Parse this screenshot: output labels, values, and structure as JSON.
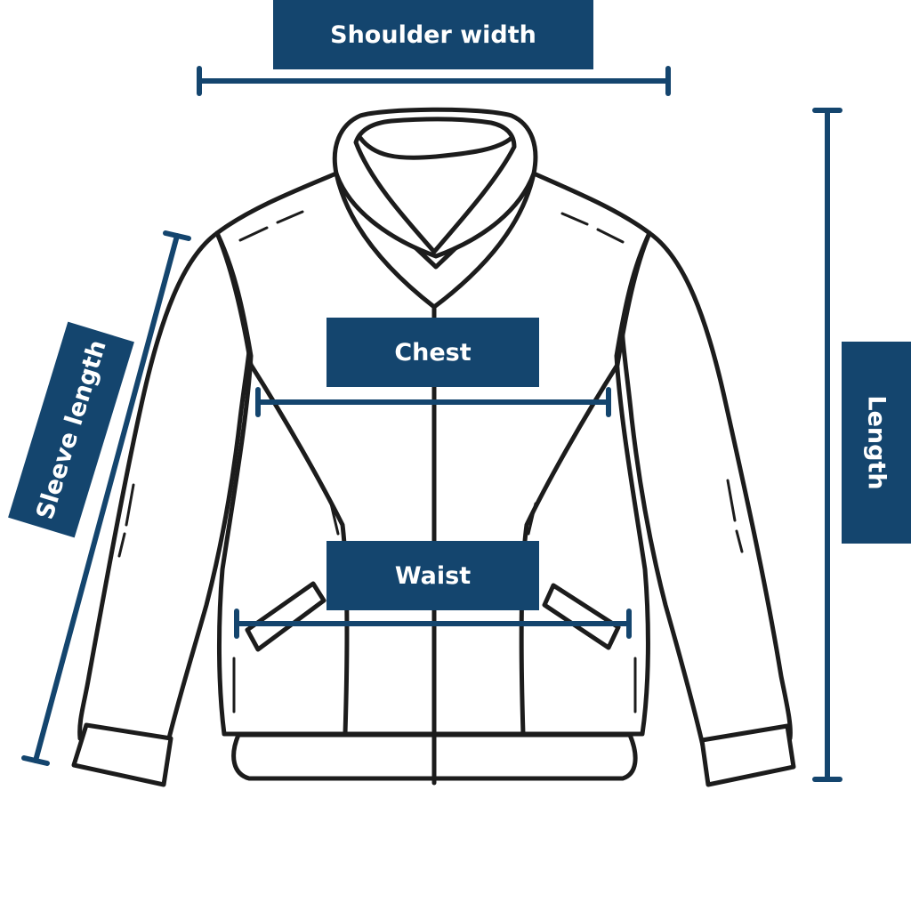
{
  "labels": {
    "shoulder_width": "Shoulder width",
    "chest": "Chest",
    "waist": "Waist",
    "length": "Length",
    "sleeve_length": "Sleeve length"
  },
  "colors": {
    "accent": "#14456e",
    "outline": "#1c1c1c",
    "background": "#ffffff"
  }
}
